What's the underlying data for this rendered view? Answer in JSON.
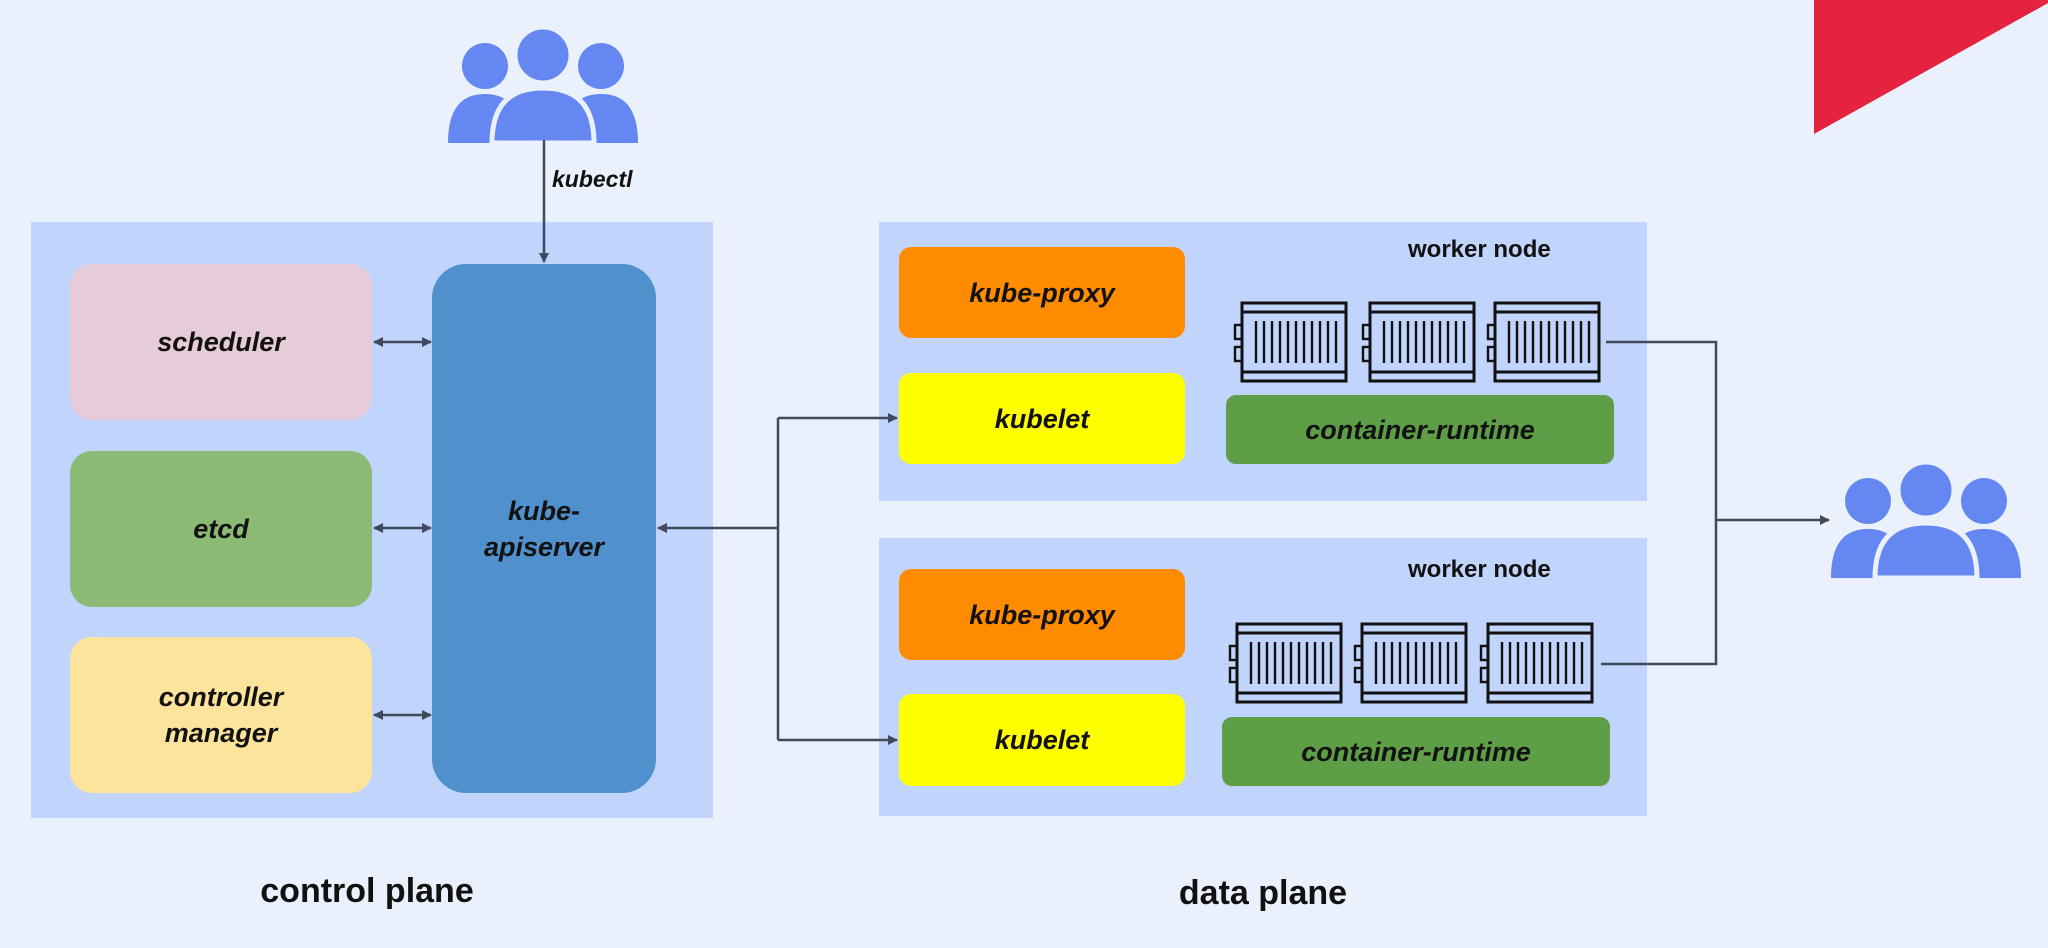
{
  "users_top": {
    "icon": "users-icon"
  },
  "users_right": {
    "icon": "users-icon"
  },
  "kubectl_label": "kubectl",
  "control_plane": {
    "label": "control plane",
    "scheduler": "scheduler",
    "etcd": "etcd",
    "controller_manager_line1": "controller",
    "controller_manager_line2": "manager",
    "apiserver_line1": "kube-",
    "apiserver_line2": "apiserver"
  },
  "data_plane": {
    "label": "data plane",
    "worker_nodes": [
      {
        "label": "worker node",
        "kube_proxy": "kube-proxy",
        "kubelet": "kubelet",
        "runtime": "container-runtime",
        "containers_icon": "shipping-container-icon"
      },
      {
        "label": "worker node",
        "kube_proxy": "kube-proxy",
        "kubelet": "kubelet",
        "runtime": "container-runtime",
        "containers_icon": "shipping-container-icon"
      }
    ]
  },
  "colors": {
    "background": "#eaf1fd",
    "panel": "#c1d4fb",
    "scheduler": "#e6ccd8",
    "etcd": "#8aba74",
    "controller_manager": "#fde49c",
    "apiserver": "#4f90cd",
    "kube_proxy": "#ff8c00",
    "kubelet": "#ffff00",
    "runtime": "#5e9e47",
    "users": "#6587f2",
    "corner_accent": "#e5233e"
  }
}
